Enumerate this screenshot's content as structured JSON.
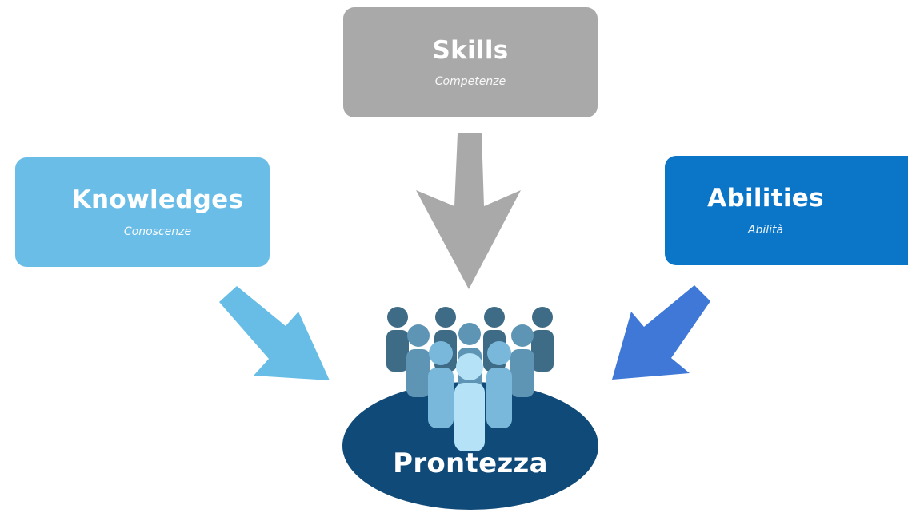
{
  "nodes": {
    "skills": {
      "title": "Skills",
      "subtitle": "Competenze",
      "color": "#a9a9a9"
    },
    "knowledges": {
      "title": "Knowledges",
      "subtitle": "Conoscenze",
      "color": "#69bde6"
    },
    "abilities": {
      "title": "Abilities",
      "subtitle": "Abilità",
      "color": "#0b75c8"
    }
  },
  "center": {
    "label": "Prontezza",
    "color": "#104a78"
  },
  "arrows": {
    "skills_color": "#a9a9a9",
    "knowledges_color": "#67bde5",
    "abilities_color": "#3f78d6"
  },
  "people_colors": [
    "#3e6c86",
    "#5e95b5",
    "#7ab8db",
    "#b5e2f7"
  ]
}
